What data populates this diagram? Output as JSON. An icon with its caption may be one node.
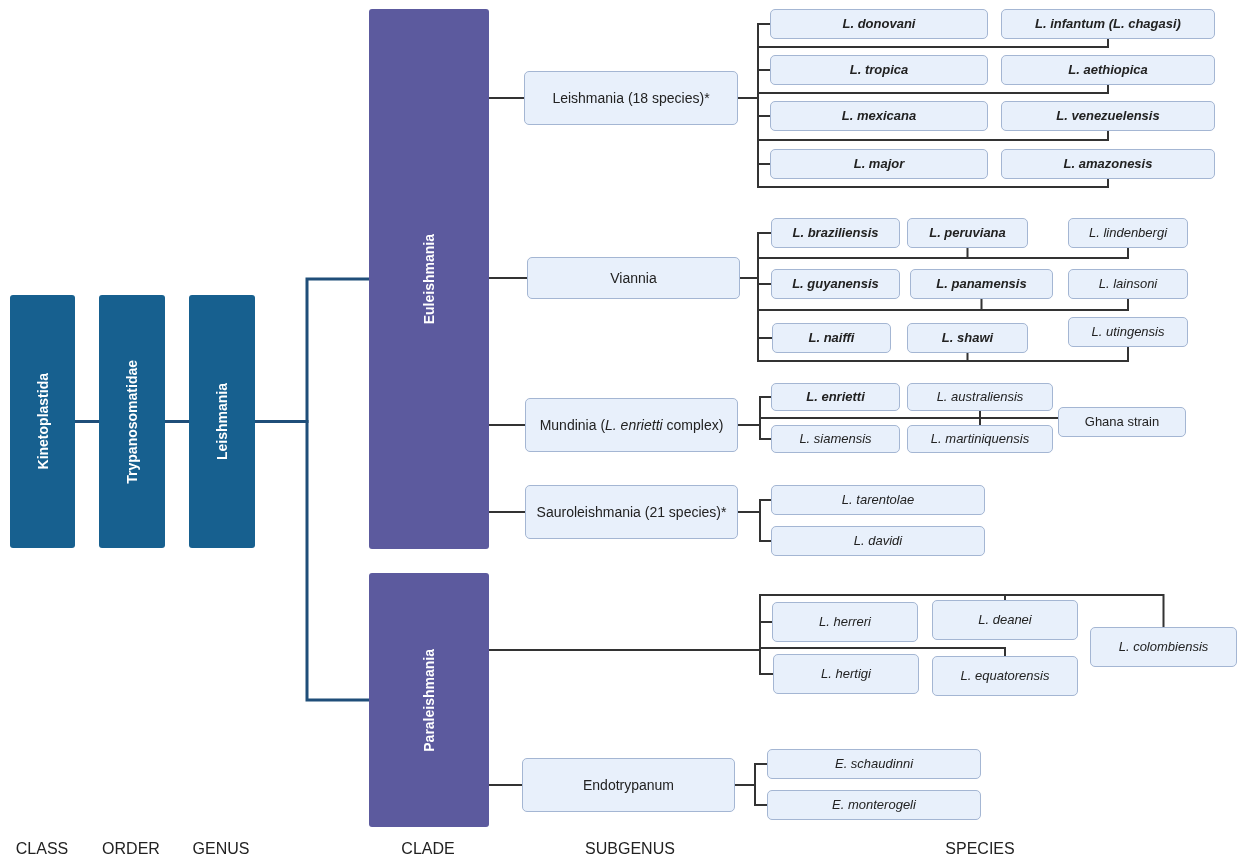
{
  "diagram": {
    "nodes": [
      {
        "text": [
          "Kinetoplastida"
        ]
      },
      {
        "text": [
          "Trypanosomatidae"
        ]
      },
      {
        "text": [
          "Leishmania"
        ]
      },
      {
        "text": [
          "Euleishmania"
        ]
      },
      {
        "text": [
          "Leishmania (18 species)*"
        ]
      },
      {
        "text": [
          "L. donovani"
        ]
      },
      {
        "text": [
          "L. infantum (L. chagasi)"
        ]
      },
      {
        "text": [
          "L. tropica"
        ]
      },
      {
        "text": [
          "L. aethiopica"
        ]
      },
      {
        "text": [
          "L. mexicana"
        ]
      },
      {
        "text": [
          "L. venezuelensis"
        ]
      },
      {
        "text": [
          "L. major"
        ]
      },
      {
        "text": [
          "L. amazonesis"
        ]
      },
      {
        "text": [
          "Viannia"
        ]
      },
      {
        "text": [
          "L. braziliensis"
        ]
      },
      {
        "text": [
          "L. peruviana"
        ]
      },
      {
        "text": [
          "L. lindenbergi"
        ]
      },
      {
        "text": [
          "L. guyanensis"
        ]
      },
      {
        "text": [
          "L. panamensis"
        ]
      },
      {
        "text": [
          "L. lainsoni"
        ]
      },
      {
        "text": [
          "L. naiffi"
        ]
      },
      {
        "text": [
          "L. shawi"
        ]
      },
      {
        "text": [
          "L. utingensis"
        ]
      },
      {
        "text": [
          "Mundinia (*L. enrietti* complex)"
        ]
      },
      {
        "text": [
          "L. enrietti"
        ]
      },
      {
        "text": [
          "L. australiensis"
        ]
      },
      {
        "text": [
          "Ghana strain"
        ]
      },
      {
        "text": [
          "L. siamensis"
        ]
      },
      {
        "text": [
          "L. martiniquensis"
        ]
      },
      {
        "text": [
          "Sauroleishmania (21 species)*"
        ]
      },
      {
        "text": [
          "L. tarentolae"
        ]
      },
      {
        "text": [
          "L. davidi"
        ]
      },
      {
        "text": [
          "Paraleishmania"
        ]
      },
      {
        "text": [
          "L. herreri"
        ]
      },
      {
        "text": [
          "L. deanei"
        ]
      },
      {
        "text": [
          "L. colombiensis"
        ]
      },
      {
        "text": [
          "L. hertigi"
        ]
      },
      {
        "text": [
          "L. equatorensis"
        ]
      },
      {
        "text": [
          "Endotrypanum"
        ]
      },
      {
        "text": [
          "E. schaudinni"
        ]
      },
      {
        "text": [
          "E. monterogeli"
        ]
      }
    ],
    "edges": [
      {
        "from": 0,
        "to": 1,
        "arrow": "none",
        "color": "#1f4e79"
      },
      {
        "from": 1,
        "to": 2,
        "arrow": "none",
        "color": "#1f4e79"
      },
      {
        "from": 2,
        "to": 3,
        "arrow": "none",
        "color": "#1f4e79"
      },
      {
        "from": 2,
        "to": 32,
        "arrow": "none",
        "color": "#1f4e79"
      },
      {
        "from": 3,
        "to": 4,
        "arrow": "none"
      },
      {
        "from": 3,
        "to": 13,
        "arrow": "none"
      },
      {
        "from": 3,
        "to": 23,
        "arrow": "none"
      },
      {
        "from": 3,
        "to": 29,
        "arrow": "none"
      },
      {
        "from": 4,
        "to": 5,
        "arrow": "none"
      },
      {
        "from": 4,
        "to": 6,
        "arrow": "none"
      },
      {
        "from": 4,
        "to": 7,
        "arrow": "none"
      },
      {
        "from": 4,
        "to": 8,
        "arrow": "none"
      },
      {
        "from": 4,
        "to": 9,
        "arrow": "none"
      },
      {
        "from": 4,
        "to": 10,
        "arrow": "none"
      },
      {
        "from": 4,
        "to": 11,
        "arrow": "none"
      },
      {
        "from": 4,
        "to": 12,
        "arrow": "none"
      },
      {
        "from": 13,
        "to": 14,
        "arrow": "none"
      },
      {
        "from": 13,
        "to": 15,
        "arrow": "none"
      },
      {
        "from": 13,
        "to": 16,
        "arrow": "none"
      },
      {
        "from": 13,
        "to": 17,
        "arrow": "none"
      },
      {
        "from": 13,
        "to": 18,
        "arrow": "none"
      },
      {
        "from": 13,
        "to": 19,
        "arrow": "none"
      },
      {
        "from": 13,
        "to": 20,
        "arrow": "none"
      },
      {
        "from": 13,
        "to": 21,
        "arrow": "none"
      },
      {
        "from": 13,
        "to": 22,
        "arrow": "none"
      },
      {
        "from": 23,
        "to": 24,
        "arrow": "none"
      },
      {
        "from": 23,
        "to": 25,
        "arrow": "none"
      },
      {
        "from": 23,
        "to": 26,
        "arrow": "none"
      },
      {
        "from": 23,
        "to": 27,
        "arrow": "none"
      },
      {
        "from": 23,
        "to": 28,
        "arrow": "none"
      },
      {
        "from": 29,
        "to": 30,
        "arrow": "none"
      },
      {
        "from": 29,
        "to": 31,
        "arrow": "none"
      },
      {
        "from": 32,
        "to": 33,
        "arrow": "none"
      },
      {
        "from": 32,
        "to": 34,
        "arrow": "none"
      },
      {
        "from": 32,
        "to": 35,
        "arrow": "none"
      },
      {
        "from": 32,
        "to": 36,
        "arrow": "none"
      },
      {
        "from": 32,
        "to": 37,
        "arrow": "none"
      },
      {
        "from": 32,
        "to": 38,
        "arrow": "none"
      },
      {
        "from": 38,
        "to": 39,
        "arrow": "none"
      },
      {
        "from": 38,
        "to": 40,
        "arrow": "none"
      }
    ],
    "labels": [
      "CLASS",
      "ORDER",
      "GENUS",
      "CLADE",
      "SUBGENUS",
      "SPECIES"
    ]
  }
}
